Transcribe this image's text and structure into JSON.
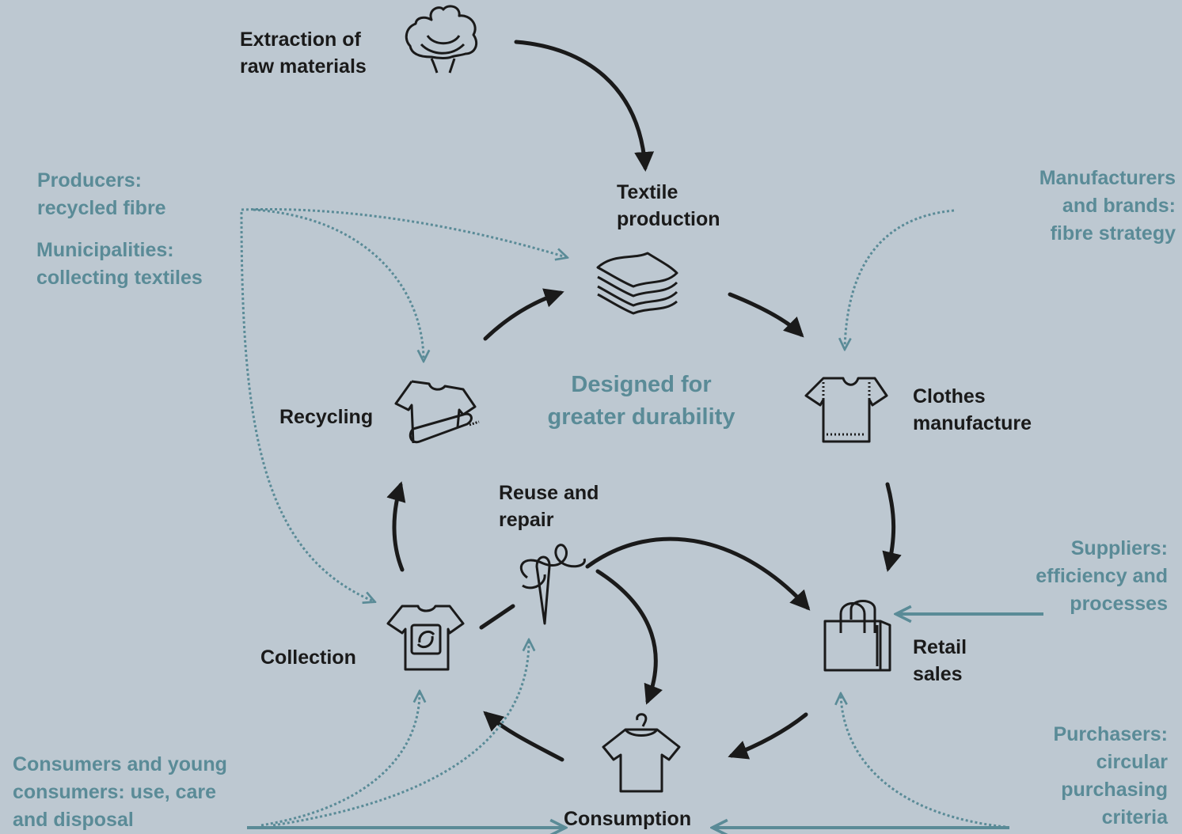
{
  "center_title": [
    "Designed for",
    "greater durability"
  ],
  "stages": {
    "extraction": [
      "Extraction of",
      "raw materials"
    ],
    "textile": [
      "Textile",
      "production"
    ],
    "clothes": [
      "Clothes",
      "manufacture"
    ],
    "retail": [
      "Retail",
      "sales"
    ],
    "consumption": [
      "Consumption"
    ],
    "collection": [
      "Collection"
    ],
    "recycling": [
      "Recycling"
    ],
    "reuse": [
      "Reuse and",
      "repair"
    ]
  },
  "actors": {
    "producers": [
      "Producers:",
      "recycled fibre"
    ],
    "municipalities": [
      "Municipalities:",
      "collecting textiles"
    ],
    "manufacturers": [
      "Manufacturers",
      "and brands:",
      "fibre strategy"
    ],
    "suppliers": [
      "Suppliers:",
      "efficiency and",
      "processes"
    ],
    "purchasers": [
      "Purchasers:",
      "circular",
      "purchasing",
      "criteria"
    ],
    "consumers": [
      "Consumers and young",
      "consumers: use, care",
      "and disposal"
    ]
  },
  "icons": {
    "extraction": "cotton-boll-icon",
    "textile": "fabric-stack-icon",
    "clothes": "tshirt-icon",
    "retail": "shopping-bag-icon",
    "consumption": "hanger-shirt-icon",
    "collection": "recycle-shirt-icon",
    "recycling": "shirt-fibre-icon",
    "reuse": "needle-thread-icon"
  },
  "colors": {
    "background": "#bdc8d1",
    "arrow": "#1a1a1a",
    "accent": "#5a8b97"
  }
}
